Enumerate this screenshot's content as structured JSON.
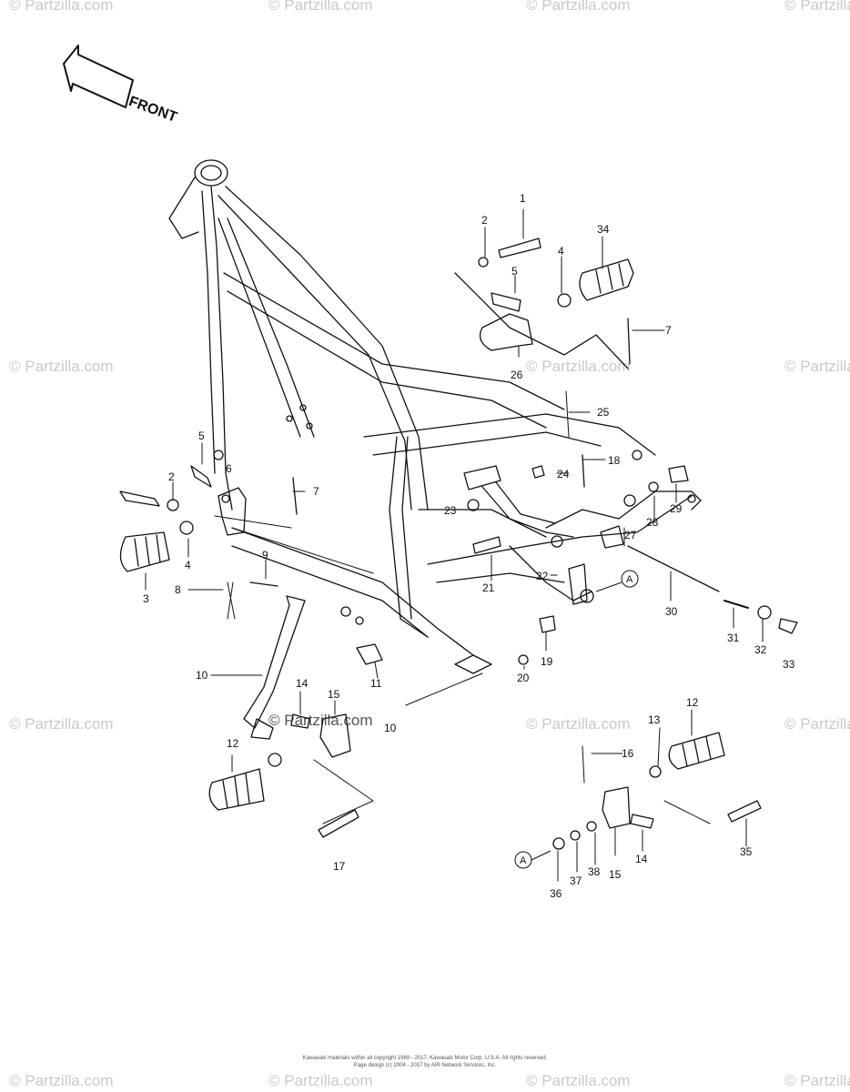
{
  "direction_arrow": {
    "label": "FRONT"
  },
  "watermark": "© Partzilla.com",
  "callouts": {
    "c1": "1",
    "c2a": "2",
    "c2b": "2",
    "c3": "3",
    "c4a": "4",
    "c4b": "4",
    "c5a": "5",
    "c5b": "5",
    "c6": "6",
    "c7a": "7",
    "c7b": "7",
    "c8": "8",
    "c9": "9",
    "c10a": "10",
    "c10b": "10",
    "c11": "11",
    "c12a": "12",
    "c12b": "12",
    "c13": "13",
    "c14a": "14",
    "c14b": "14",
    "c15a": "15",
    "c15b": "15",
    "c16": "16",
    "c17": "17",
    "c18": "18",
    "c19": "19",
    "c20": "20",
    "c21": "21",
    "c22": "22",
    "c23": "23",
    "c24": "24",
    "c25": "25",
    "c26": "26",
    "c27": "27",
    "c28": "28",
    "c29": "29",
    "c30": "30",
    "c31": "31",
    "c32": "32",
    "c33": "33",
    "c34": "34",
    "c35": "35",
    "c36": "36",
    "c37": "37",
    "c38": "38",
    "refA1": "A",
    "refA2": "A"
  },
  "footer": {
    "line1": "Kawasaki materials within all copyright 1969 - 2017, Kawasaki Motor Corp. U.S.A. All rights reserved.",
    "line2": "Page design (c) 2004 - 2017 by ARI Network Services, Inc."
  },
  "colors": {
    "ink": "#111111",
    "watermark": "#c9c9c9"
  }
}
